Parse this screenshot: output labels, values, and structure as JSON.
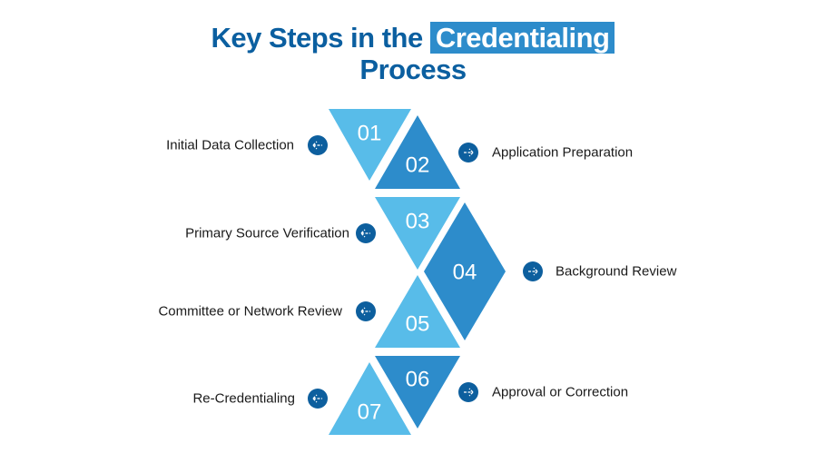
{
  "title": {
    "prefix": "Key Steps in the",
    "highlight": "Credentialing",
    "line2": "Process"
  },
  "colors": {
    "light": "#58bce9",
    "dark": "#2d8ccb",
    "icon": "#0d5f9e",
    "title": "#0b5fa0"
  },
  "steps": [
    {
      "num": "01",
      "label": "Initial Data Collection",
      "icon": "arrow-left-icon"
    },
    {
      "num": "02",
      "label": "Application Preparation",
      "icon": "arrow-right-icon"
    },
    {
      "num": "03",
      "label": "Primary Source Verification",
      "icon": "arrow-left-icon"
    },
    {
      "num": "04",
      "label": "Background Review",
      "icon": "arrow-right-icon"
    },
    {
      "num": "05",
      "label": "Committee or Network Review",
      "icon": "arrow-left-icon"
    },
    {
      "num": "06",
      "label": "Approval or Correction",
      "icon": "arrow-right-icon"
    },
    {
      "num": "07",
      "label": "Re-Credentialing",
      "icon": "arrow-left-icon"
    }
  ]
}
